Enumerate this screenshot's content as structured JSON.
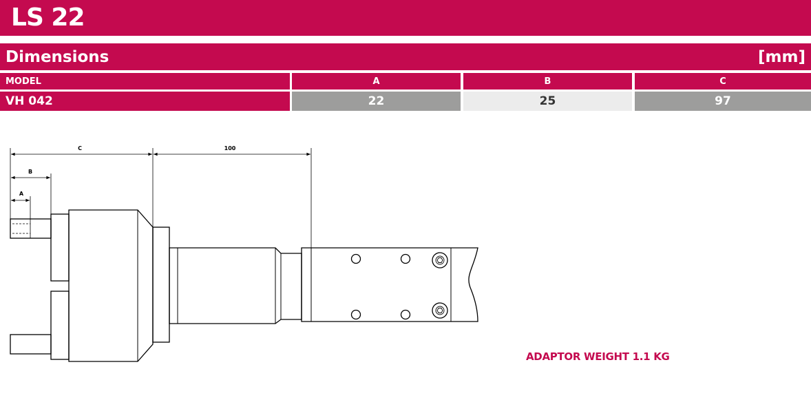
{
  "header": {
    "title": "LS 22"
  },
  "section": {
    "title": "Dimensions",
    "unit": "[mm]"
  },
  "table": {
    "columns": [
      "MODEL",
      "A",
      "B",
      "C"
    ],
    "rows": [
      {
        "model": "VH 042",
        "a": "22",
        "b": "25",
        "c": "97"
      }
    ]
  },
  "drawing": {
    "labels": {
      "c": "C",
      "hundred": "100",
      "b": "B",
      "a": "A"
    }
  },
  "footer": {
    "weight": "ADAPTOR WEIGHT 1.1 KG"
  },
  "colors": {
    "brand": "#c40a4f",
    "gray_cell": "#9d9d9c",
    "light_cell": "#ececec"
  }
}
